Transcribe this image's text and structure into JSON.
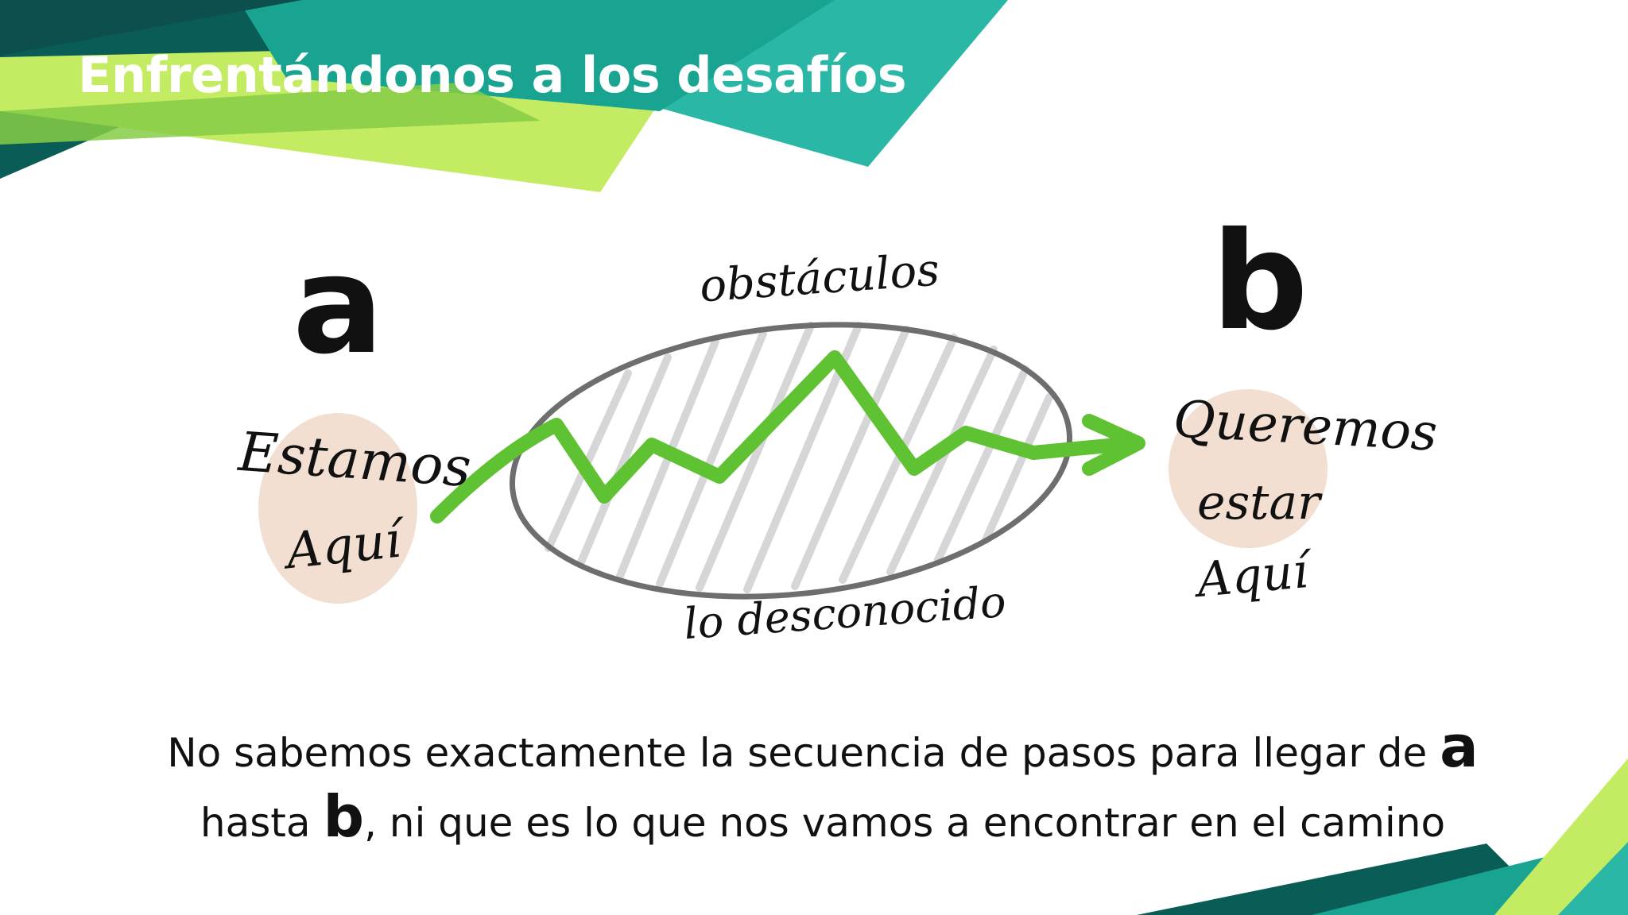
{
  "slide": {
    "title": "Enfrentándonos a los desafíos",
    "colors": {
      "dark_teal": "#0a5c57",
      "teal": "#16a596",
      "green": "#9bd84a",
      "lime": "#c4ec63",
      "arrow_green": "#5ec232",
      "blush": "#f3dfd1"
    }
  },
  "diagram": {
    "start_letter": "a",
    "end_letter": "b",
    "label_top": "obstáculos",
    "label_bottom": "lo desconocido",
    "start_line1": "Estamos",
    "start_line2": "Aquí",
    "end_line1": "Queremos",
    "end_line2": "estar",
    "end_line3": "Aquí"
  },
  "caption": {
    "part1": "No sabemos exactamente la secuencia de pasos para llegar de ",
    "a": "a",
    "part2": " hasta ",
    "b": "b",
    "part3": ", ni que es lo que nos vamos a encontrar en el camino"
  }
}
